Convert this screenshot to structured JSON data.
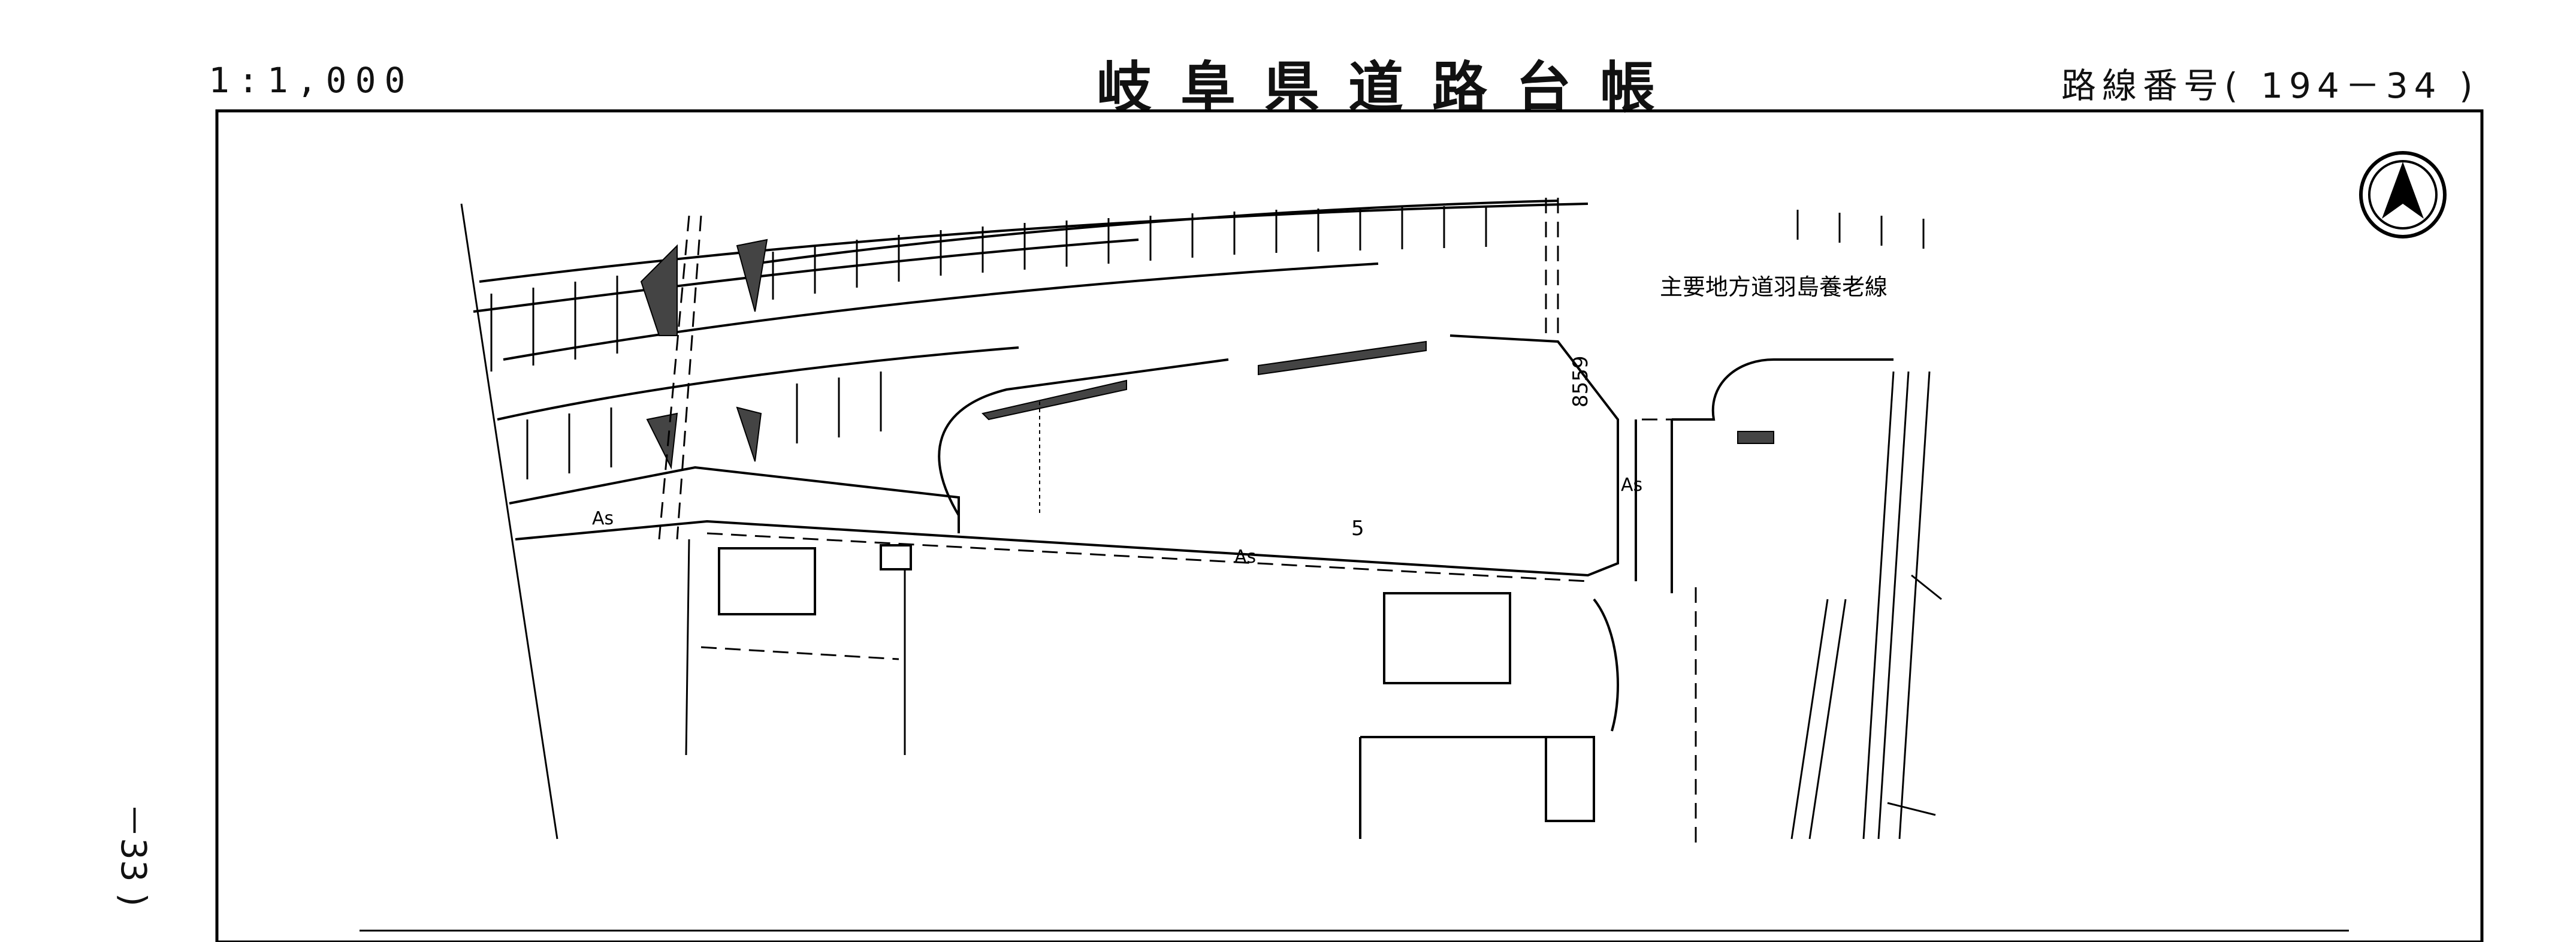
{
  "header": {
    "scale": "1:1,000",
    "title": "岐阜県道路台帳",
    "route": "路線番号( 194－34 )"
  },
  "side": {
    "left_edge": "－33 )"
  },
  "map": {
    "road_name": "主要地方道羽島養老線",
    "labels": {
      "as_left": "As",
      "as_center": "As",
      "as_right": "As",
      "width_5": "5",
      "benchmark": "8559"
    },
    "north_symbol": "north-arrow"
  }
}
